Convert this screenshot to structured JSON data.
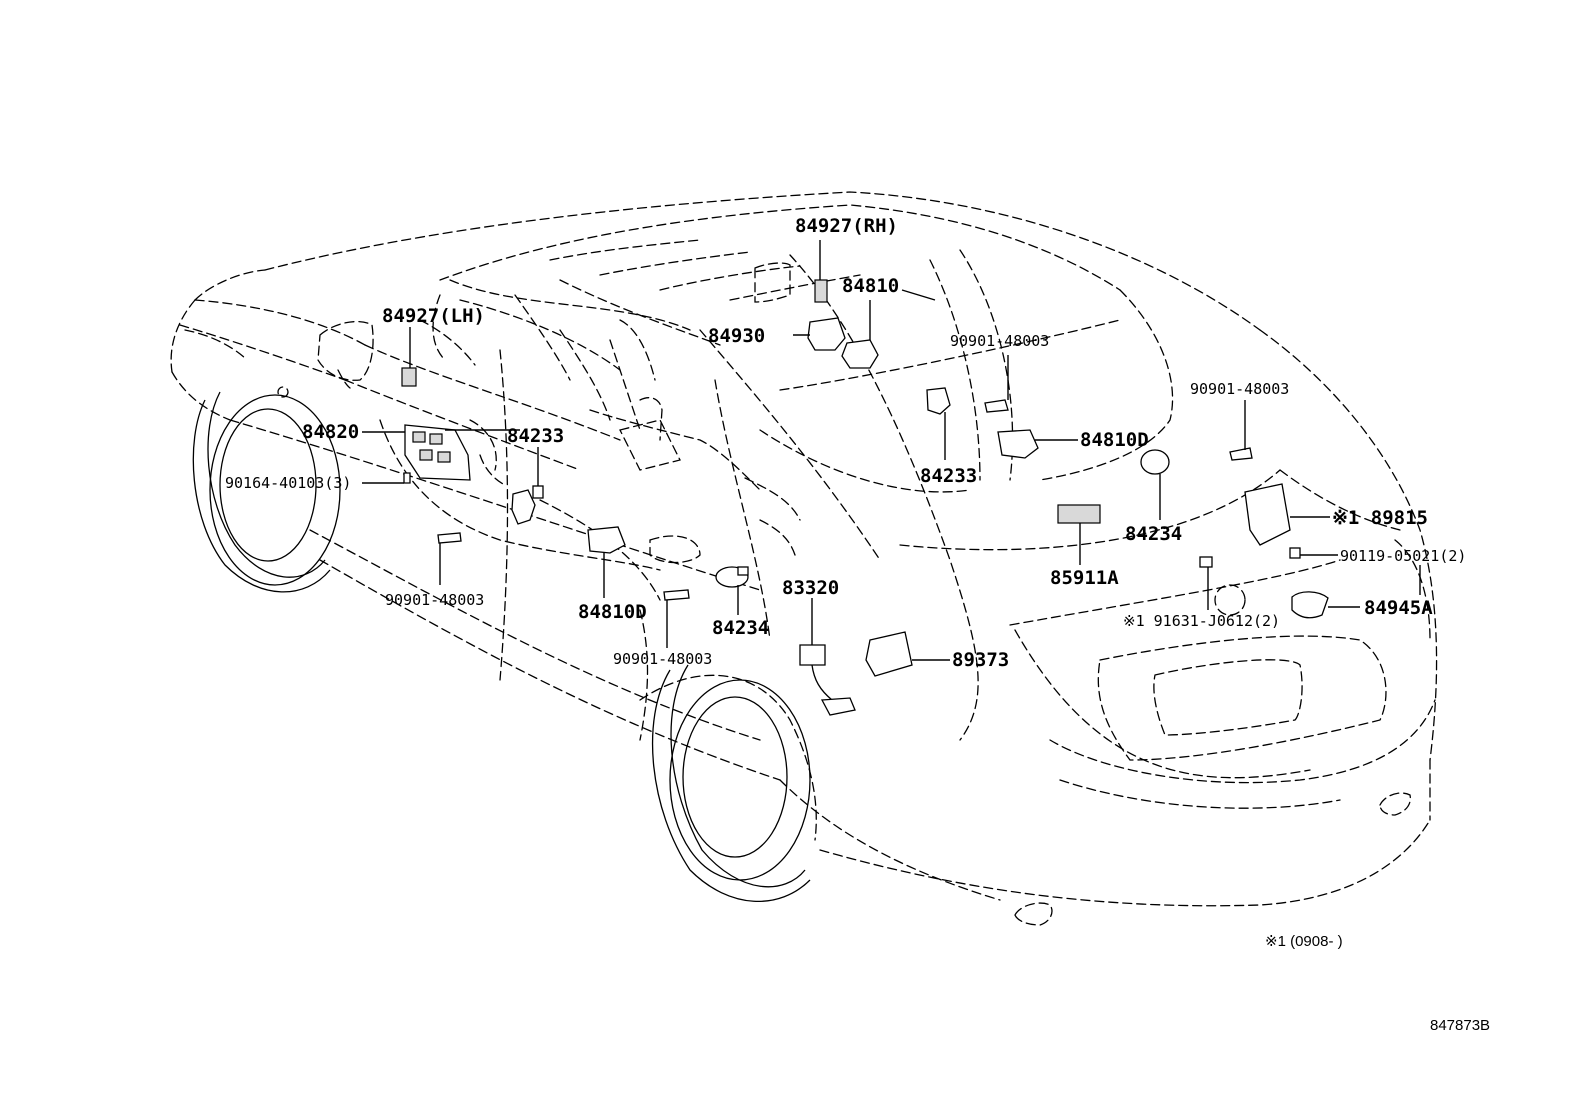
{
  "labels": {
    "p84927rh": "84927(RH)",
    "p84810": "84810",
    "p84930": "84930",
    "p84927lh": "84927(LH)",
    "p90901_a": "90901-48003",
    "p90901_b": "90901-48003",
    "p84820": "84820",
    "p84233_a": "84233",
    "p84233_b": "84233",
    "p84810d_a": "84810D",
    "p90164": "90164-40103(3)",
    "p84234_a": "84234",
    "p89815": "※1 89815",
    "p85911a": "85911A",
    "p90119": "90119-05021(2)",
    "p90901_c": "90901-48003",
    "p84810d_b": "84810D",
    "p83320": "83320",
    "p84234_b": "84234",
    "p91631": "※1 91631-J0612(2)",
    "p84945a": "84945A",
    "p89373": "89373",
    "p90901_d": "90901-48003"
  },
  "footnote": "※1 (0908-    )",
  "diagram_id": "847873B"
}
